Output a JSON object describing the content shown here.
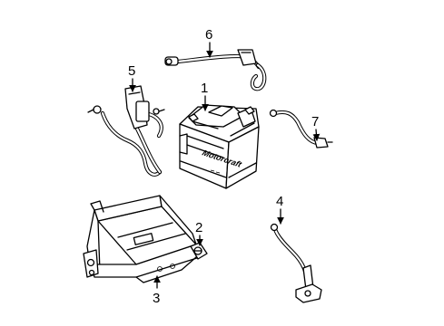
{
  "callouts": [
    {
      "id": "1",
      "label": "1"
    },
    {
      "id": "2",
      "label": "2"
    },
    {
      "id": "3",
      "label": "3"
    },
    {
      "id": "4",
      "label": "4"
    },
    {
      "id": "5",
      "label": "5"
    },
    {
      "id": "6",
      "label": "6"
    },
    {
      "id": "7",
      "label": "7"
    }
  ],
  "battery_brand": "Motorcraft"
}
